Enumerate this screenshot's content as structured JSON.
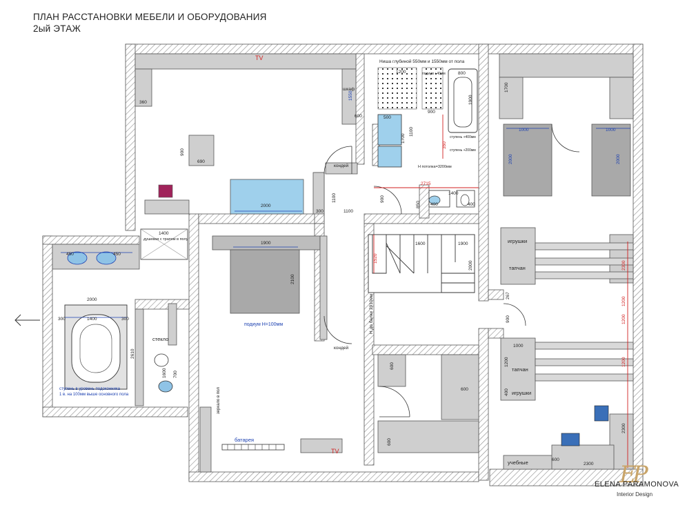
{
  "title": {
    "line1": "ПЛАН РАССТАНОВКИ МЕБЕЛИ И ОБОРУДОВАНИЯ",
    "line2": "2ый ЭТАЖ"
  },
  "colors": {
    "wall_hatch": "#9a9a9a",
    "furniture": "#cfcfcf",
    "furniture_dark": "#a9a9a9",
    "blue_fixture": "#8fc3e6",
    "dim_blue": "#1a3fb0",
    "dim_red": "#d21f1f",
    "accent_magenta": "#a0235a"
  },
  "labels": {
    "tv_top": "TV",
    "tv_bottom": "TV",
    "niche": "Ниша глубиной 550мм и 1550мм от пола",
    "shkaf": "шкаф",
    "konditsioner_1": "кондей",
    "konditsioner_2": "кондей",
    "podium": "подиум H=100мм",
    "step_note_1": "ступень в уровень подоконника",
    "step_note_2": "1 в. на 100мм выше основного пола",
    "shower": "душевая с трапом в полу",
    "glass": "стекло",
    "battery": "батарея",
    "mirror": "зеркало в пол",
    "beam": "Н до балки 2910мм",
    "ceiling": "Н потолка=3200мм",
    "toys_1": "игрушки",
    "toys_2": "игрушки",
    "tapchan_1": "тапчан",
    "tapchan_2": "тапчан",
    "books": "учебные",
    "step_1": "ступень +400мм",
    "step_2": "ступень +200мм",
    "podium_bath": "подиум +40мм"
  },
  "dims": {
    "d360": "360",
    "d600a": "600",
    "d1550": "1550",
    "d900a": "900",
    "d690": "690",
    "d2000a": "2000",
    "d300a": "300",
    "d1100a": "1100",
    "d1100b": "1100",
    "d1200": "1200",
    "d800": "800",
    "d1900b": "1900",
    "d500": "500",
    "d900b": "900",
    "d1700a": "1700",
    "d1100c": "1100",
    "d2715": "2715",
    "d1400a": "1400",
    "d900c": "900",
    "d850": "850",
    "d400a": "400",
    "d400b": "400",
    "d1700b": "1700",
    "d1000a": "1000",
    "d1000b": "1000",
    "d2000b": "2000",
    "d2000c": "2000",
    "d1400b": "1400",
    "d1900a": "1900",
    "d2100": "2100",
    "d1600": "1600",
    "d1900c": "1900",
    "d1520": "1520",
    "d2000d": "2000",
    "d1400c": "1400",
    "d300b": "300",
    "d300c": "300",
    "d2000e": "2000",
    "d2610": "2610",
    "d1600b": "1600",
    "d700": "700",
    "d450a": "450",
    "d450b": "450",
    "d600b": "600",
    "d600c": "600",
    "d600d": "600",
    "d900d": "900",
    "d1000c": "1000",
    "d1200b": "1200",
    "d400c": "400",
    "d2300a": "2300",
    "d2300b": "2300",
    "d600e": "600",
    "d2300c": "2300",
    "d1200c": "1200",
    "d1200d": "1200",
    "d1200e": "1200",
    "d267": "267",
    "d350": "350"
  },
  "logo": {
    "monogram": "EP",
    "name": "ELENA PARAMONOVA",
    "sub": "Interior Design"
  }
}
